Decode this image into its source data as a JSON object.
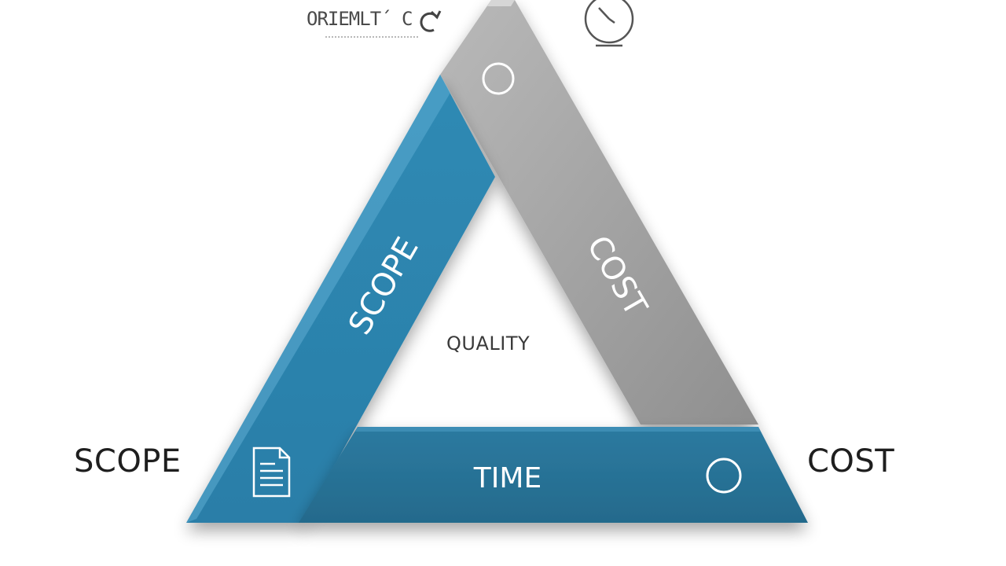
{
  "logo": {
    "text": "ORIEMLT´ C"
  },
  "labels": {
    "quality": "QUALITY",
    "scope_outer": "SCOPE",
    "cost_outer": "COST",
    "scope_bar": "SCOPE",
    "cost_bar": "COST",
    "time_bar": "TIME"
  },
  "icons": {
    "scope_bar": "document-icon",
    "cost_bar": "circle-icon",
    "time_bar": "circle-icon",
    "top": "clock-icon",
    "logo": "refresh-icon"
  },
  "colors": {
    "scope_bar": "#2e86b0",
    "time_bar": "#2a7396",
    "cost_bar": "#9e9e9e",
    "text_dark": "#1e1e1e",
    "text_on_bar": "#ffffff"
  }
}
